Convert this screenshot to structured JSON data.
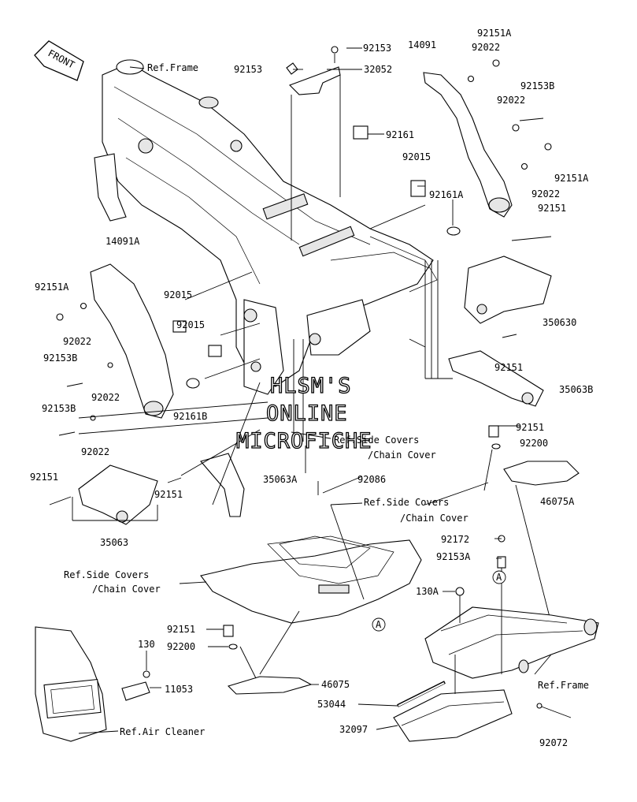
{
  "front_badge": "FRONT",
  "watermark": [
    "HLSM'S",
    "ONLINE",
    "MICROFICHE"
  ],
  "callouts": [
    "A",
    "A"
  ],
  "labels": {
    "ref_frame_top": "Ref.Frame",
    "p92153_a": "92153",
    "p92153_b": "92153",
    "p32052": "32052",
    "p14091": "14091",
    "p92151A_a": "92151A",
    "p92022_a": "92022",
    "p92153B_a": "92153B",
    "p92022_b": "92022",
    "p92161": "92161",
    "p92015_a": "92015",
    "p92151A_b": "92151A",
    "p92161A": "92161A",
    "p92022_c": "92022",
    "p92151_a": "92151",
    "p14091A": "14091A",
    "p92151A_c": "92151A",
    "p92015_b": "92015",
    "p92022_d": "92022",
    "p92015_c": "92015",
    "p92153B_b": "92153B",
    "p92022_e": "92022",
    "p92153B_c": "92153B",
    "p92161B": "92161B",
    "p92022_f": "92022",
    "p350630": "350630",
    "p92151_b": "92151",
    "p35063B": "35063B",
    "p92151_c": "92151",
    "p92200_a": "92200",
    "ref_side_covers_1": "Ref.Side Covers",
    "ref_chain_cover_1": "/Chain Cover",
    "p35063A": "35063A",
    "p92086": "92086",
    "ref_side_covers_2": "Ref.Side Covers",
    "ref_chain_cover_2": "/Chain Cover",
    "p46075A": "46075A",
    "p92151_d": "92151",
    "p92151_e": "92151",
    "p35063": "35063",
    "p92172": "92172",
    "p92153A": "92153A",
    "ref_side_covers_3": "Ref.Side Covers",
    "ref_chain_cover_3": "/Chain Cover",
    "p130A": "130A",
    "p92151_f": "92151",
    "p92200_b": "92200",
    "p130": "130",
    "p11053": "11053",
    "p46075": "46075",
    "ref_frame_bottom": "Ref.Frame",
    "p53044": "53044",
    "ref_air_cleaner": "Ref.Air Cleaner",
    "p32097": "32097",
    "p92072": "92072"
  }
}
